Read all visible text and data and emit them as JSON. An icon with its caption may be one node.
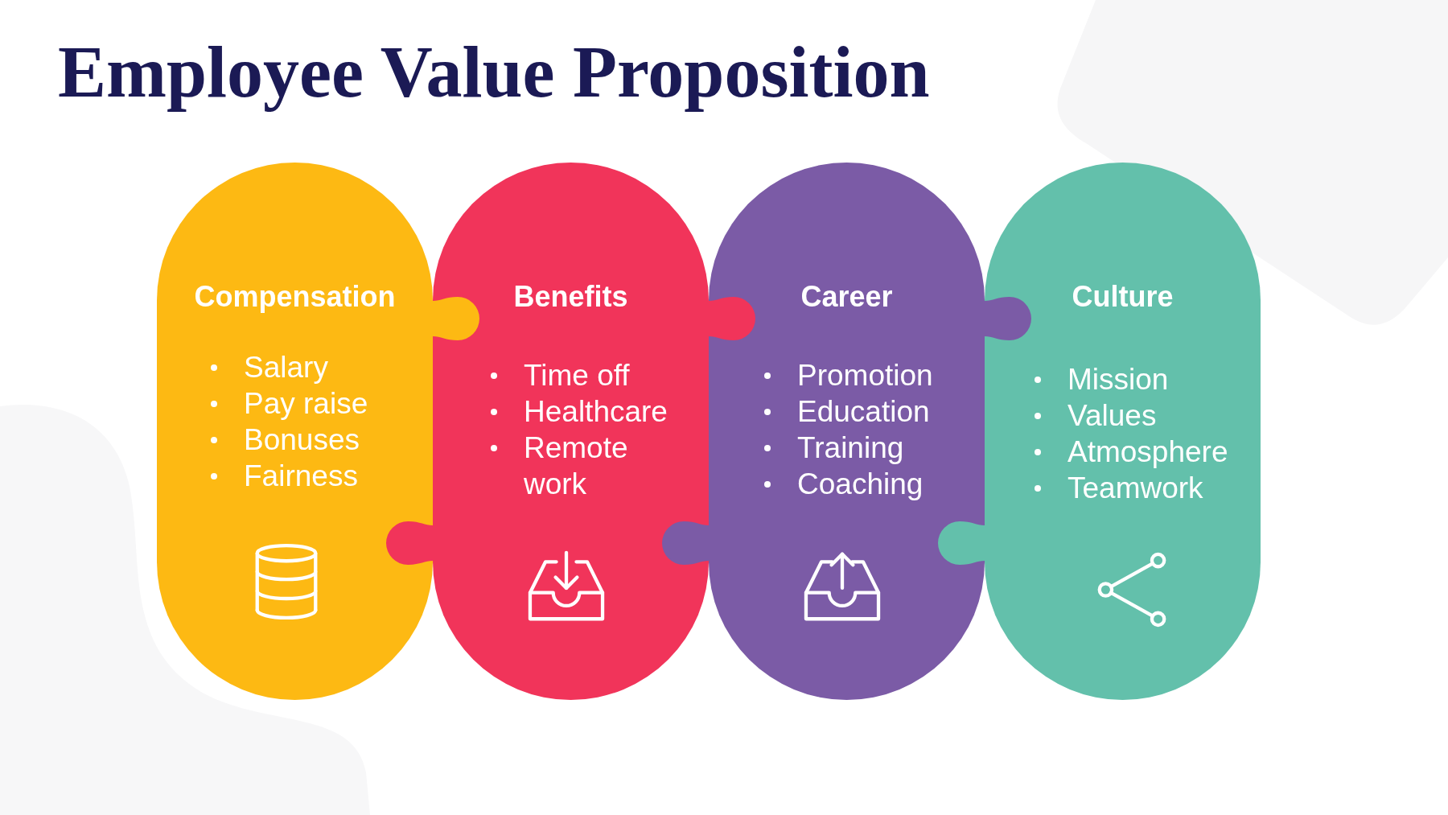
{
  "diagram": {
    "title": "Employee Value Proposition",
    "nodes": [
      {
        "text": [
          "Compensation",
          "Salary",
          "Pay raise",
          "Bonuses",
          "Fairness"
        ]
      },
      {
        "text": [
          "Benefits",
          "Time off",
          "Healthcare",
          "Remote work"
        ]
      },
      {
        "text": [
          "Career",
          "Promotion",
          "Education",
          "Training",
          "Coaching"
        ]
      },
      {
        "text": [
          "Culture",
          "Mission",
          "Values",
          "Atmosphere",
          "Teamwork"
        ]
      }
    ]
  }
}
